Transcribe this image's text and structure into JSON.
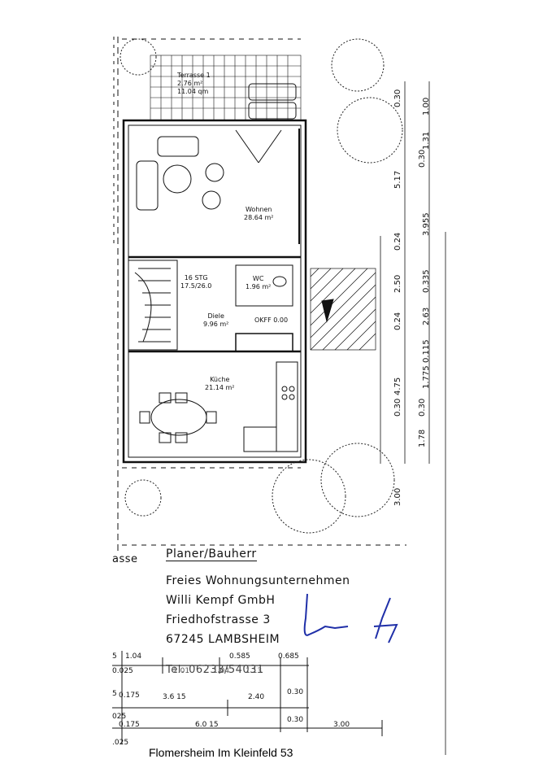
{
  "rooms": {
    "terrasse": {
      "name": "Terrasse 1",
      "area1": "2.76 m²",
      "area2": "11.04 qm"
    },
    "wohnen": {
      "name": "Wohnen",
      "area": "28.64 m²"
    },
    "stair": {
      "name": "16 STG",
      "ratio": "17.5/26.0"
    },
    "wc": {
      "name": "WC",
      "area": "1.96 m²"
    },
    "diele": {
      "name": "Diele",
      "area": "9.96 m²"
    },
    "okff": {
      "label": "OKFF 0.00"
    },
    "kueche": {
      "name": "Küche",
      "area": "21.14 m²"
    }
  },
  "right_dims_outer": {
    "d1": "1.00",
    "d2": "1.31",
    "d3": "3.955",
    "d4": "0.335",
    "d5": "2.63",
    "d6": "1.775",
    "d7": "0.115"
  },
  "right_dims_inner": {
    "d1": "0.30",
    "d2": "5.17",
    "d3": "0.30",
    "d4": "0.24",
    "d5": "2.50",
    "d6": "0.24",
    "d7": "4.75",
    "d8": "0.30",
    "d9": "1.78",
    "d10": "0.30",
    "d11": "3.00"
  },
  "left_label": "asse",
  "planer": {
    "heading": "Planer/Bauherr",
    "line1": "Freies Wohnungsunternehmen",
    "line2": "Willi Kempf GmbH",
    "line3": "Friedhofstrasse 3",
    "line4": "67245 LAMBSHEIM",
    "tel": "Tel. 06233/54031"
  },
  "bottom_dims": {
    "row1": {
      "a": "5",
      "b": "1.04",
      "c": "0.585",
      "d": "0.685"
    },
    "row1b": {
      "a": "0.025",
      "b": "2.01",
      "c": "1.04",
      "d": "1.13"
    },
    "row2": {
      "a": "5",
      "b": "0.175",
      "c": "3.6 15",
      "d": "2.40",
      "e": "0.30"
    },
    "row3": {
      "a": "025",
      "b": "0.175",
      "c": "6.0 15",
      "d": "0.30",
      "e": "3.00"
    },
    "row4": {
      "a": ".025"
    }
  },
  "caption": "Flomersheim Im Kleinfeld 53",
  "colors": {
    "ink": "#111111",
    "signature": "#1f2fa8",
    "paper": "#ffffff"
  }
}
